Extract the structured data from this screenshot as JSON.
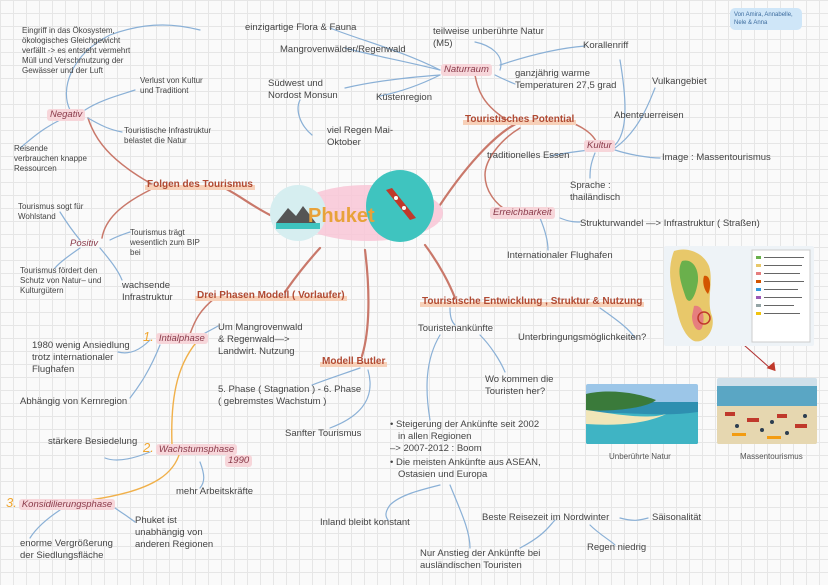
{
  "credits": "Von Amira, Annabelle, Nele & Anna",
  "center": "Phuket",
  "naturraum": {
    "label": "Naturraum",
    "flora": "einzigartige Flora & Fauna",
    "mangroven": "Mangrovenwälder/Regenwald",
    "natur1": "teilweise unberührte Natur",
    "natur2": "(M5)",
    "korallen": "Korallenriff",
    "temp1": "ganzjährig warme",
    "temp2": "Temperaturen 27,5 grad",
    "monsun1": "Südwest und",
    "monsun2": "Nordost Monsun",
    "kuste": "Küstenregion",
    "regen1": "viel Regen Mai-",
    "regen2": "Oktober"
  },
  "potential": {
    "label": "Touristisches Potential",
    "vulkan": "Vulkangebiet",
    "abenteuer": "Abenteuerreisen",
    "kultur": "Kultur",
    "essen": "traditionelles Essen",
    "image": "Image : Massentourismus",
    "sprache1": "Sprache :",
    "sprache2": "thailändisch",
    "erreich": "Erreichbarkeit",
    "struktur": "Strukturwandel —> Infrastruktur ( Straßen)",
    "flughafen": "Internationaler Flughafen"
  },
  "folgen": {
    "label": "Folgen des Tourismus",
    "negativ": "Negativ",
    "eingriff": [
      "Eingriff in das Ökosystem,",
      "ökologisches Gleichgewicht",
      "verfällt -> es entsteht vermehrt",
      "Müll und Verschmutzung der",
      "Gewässer und der Luft"
    ],
    "verlust1": "Verlust von Kultur",
    "verlust2": "und Traditiont",
    "infra1": "Touristische Infrastruktur",
    "infra2": "belastet die Natur",
    "reisende1": "Reisende",
    "reisende2": "verbrauchen knappe",
    "reisende3": "Ressourcen",
    "positiv": "Positiv",
    "wohl1": "Tourismus sogt für",
    "wohl2": "Wohlstand",
    "bip1": "Tourismus trägt",
    "bip2": "wesentlich zum BIP",
    "bip3": "bei",
    "schutz1": "Tourismus fördert den",
    "schutz2": "Schutz von Natur– und",
    "schutz3": "Kulturgütern",
    "wachs1": "wachsende",
    "wachs2": "Infrastruktur"
  },
  "phasen": {
    "label": "Drei Phasen Modell ( Vorlaufer)",
    "p1num": "1.",
    "p1": "Intialphase",
    "p1a": "Um Mangrovenwald",
    "p1b": "& Regenwald—>",
    "p1c": "Landwirt. Nutzung",
    "p1d1": "1980 wenig Ansiedlung",
    "p1d2": "trotz internationaler",
    "p1d3": "Flughafen",
    "p1e": "Abhängig von Kernregion",
    "p2num": "2.",
    "p2": "Wachstumsphase",
    "p2year": "1990",
    "p2a": "stärkere Besiedelung",
    "p2b": "mehr Arbeitskräfte",
    "p3num": "3.",
    "p3": "Konsidilierungsphase",
    "p3a1": "Phuket ist",
    "p3a2": "unabhängig von",
    "p3a3": "anderen Regionen",
    "p3b1": "enorme Vergrößerung",
    "p3b2": "der Siedlungsfläche"
  },
  "butler": {
    "label": "Modell Butler",
    "phase1": "5. Phase ( Stagnation ) - 6. Phase",
    "phase2": "( gebremstes Wachstum )",
    "sanft": "Sanfter Tourismus"
  },
  "entwicklung": {
    "label": "Touristische Entwicklung , Struktur & Nutzung",
    "ankunft": "Touristenankünfte",
    "unterbringung": "Unterbringungsmöglichkeiten?",
    "woher1": "Wo kommen die",
    "woher2": "Touristen her?",
    "b1a": "• Steigerung der Ankünfte seit 2002",
    "b1b": "in allen Regionen",
    "b1c": "–> 2007-2012 : Boom",
    "b2a": "• Die meisten Ankünfte aus ASEAN,",
    "b2b": "Ostasien und Europa",
    "inland": "Inland bleibt konstant",
    "reisezeit": "Beste Reisezeit im Nordwinter",
    "saison": "Säisonalität",
    "regen": "Regen niedrig",
    "anstieg1": "Nur Anstieg der Ankünfte bei",
    "anstieg2": "ausländischen Touristen"
  },
  "images": {
    "cap1": "Unberührte Natur",
    "cap2": "Massentourismus"
  },
  "colors": {
    "branch": "#c9786a",
    "blue": "#8ab0d6",
    "orange": "#f0b04a",
    "teal": "#3fc4bf",
    "pink": "#f7d6da"
  }
}
